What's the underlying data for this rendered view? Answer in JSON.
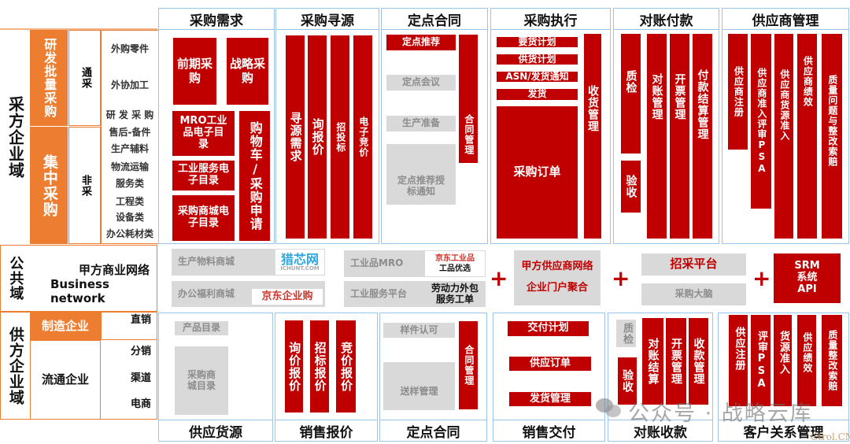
{
  "colors": {
    "red": "#c00000",
    "orange": "#ed7d31",
    "grey": "#d9d9d9",
    "border": "#9dc3e6"
  },
  "buyer": {
    "domain": "采方企业域",
    "groups": [
      "研发批量采购",
      "集中采购"
    ],
    "types": [
      "通采",
      "非采"
    ],
    "items": [
      "外购零件",
      "外协加工",
      "研 发 采 购",
      "售后-备件",
      "生产辅料",
      "物流运输",
      "服务类",
      "工程类",
      "设备类",
      "办公耗材类"
    ],
    "columns": [
      {
        "title": "采购需求",
        "boxes": [
          "前期采购",
          "战略采购",
          "MRO工业品电子目录",
          "工业服务电子目录",
          "采购商城电子目录",
          "购物车/采购申请"
        ]
      },
      {
        "title": "采购寻源",
        "boxes": [
          "寻源需求",
          "询报价",
          "招投标",
          "电子竞价"
        ]
      },
      {
        "title": "定点合同",
        "boxes": [
          "定点推荐",
          "定点会议",
          "生产准备",
          "定点推荐授标通知",
          "合同管理"
        ]
      },
      {
        "title": "采购执行",
        "boxes": [
          "要货计划",
          "供货计划",
          "ASN/发货通知",
          "发货",
          "采购订单",
          "收货管理"
        ]
      },
      {
        "title": "对账付款",
        "boxes": [
          "质检",
          "验收",
          "对账管理",
          "开票管理",
          "付款结算管理"
        ]
      },
      {
        "title": "供应商管理",
        "boxes": [
          "供应商注册",
          "供应商准入评审PSA",
          "供应商货源准入",
          "供应商绩效",
          "质量问题与整改索赔"
        ]
      }
    ]
  },
  "public": {
    "domain": "公共域",
    "network": "甲方商业网络 Business network",
    "platforms": [
      "生产物料商城",
      "办公福利商城",
      "工业品MRO",
      "工业服务平台"
    ],
    "logos": [
      "猎芯网",
      "ICHUNT.COM",
      "京东企业购",
      "京东工业品",
      "工品优选"
    ],
    "labor": "劳动力外包服务工单",
    "portal": [
      "甲方供应商网络",
      "企业门户聚合"
    ],
    "bidding": "招采平台",
    "brain": "采购大脑",
    "srm": "SRM系统API",
    "plus": "+"
  },
  "supplier": {
    "domain": "供方企业域",
    "types": [
      "制造企业",
      "流通企业"
    ],
    "channels": [
      "直销",
      "分销",
      "渠道",
      "电商"
    ],
    "columns": [
      {
        "title": "供应货源",
        "boxes": [
          "产品目录",
          "采购商城目录"
        ]
      },
      {
        "title": "销售报价",
        "boxes": [
          "询价报价",
          "招标报价",
          "竞价报价"
        ]
      },
      {
        "title": "定点合同",
        "boxes": [
          "样件认可",
          "送样管理",
          "合同管理"
        ]
      },
      {
        "title": "销售交付",
        "boxes": [
          "交付计划",
          "供应订单",
          "发货管理"
        ]
      },
      {
        "title": "对账收款",
        "boxes": [
          "质检",
          "验收",
          "对账结算",
          "开票管理",
          "收款管理"
        ]
      },
      {
        "title": "客户关系管理",
        "boxes": [
          "供应注册",
          "评审PSA",
          "货源准入",
          "供应绩效",
          "质量整改索赔"
        ]
      }
    ]
  },
  "watermark": "公众号 · 战略云库",
  "corner_mark": "Ctrol.CN"
}
